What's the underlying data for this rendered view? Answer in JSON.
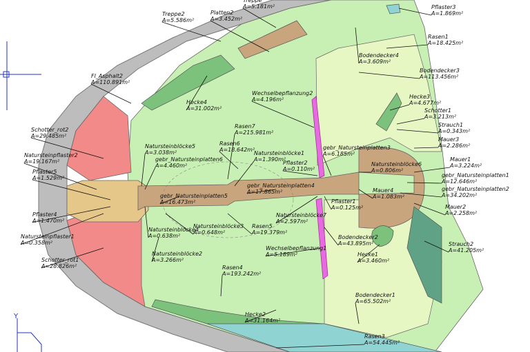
{
  "labels": [
    {
      "id": "treppe",
      "name": "Treppe",
      "area": "A=5.181m²"
    },
    {
      "id": "treppe2",
      "name": "Treppe2",
      "area": "A=5.586m²"
    },
    {
      "id": "platten2",
      "name": "Platten2",
      "area": "A=3.452m²"
    },
    {
      "id": "pflaster3",
      "name": "Pflaster3",
      "area": "A=1.869m²"
    },
    {
      "id": "rasen1",
      "name": "Rasen1",
      "area": "A=18.425m²"
    },
    {
      "id": "bodendecker4",
      "name": "Bodendecker4",
      "area": "A=3.609m²"
    },
    {
      "id": "bodendecker3",
      "name": "Bodendecker3",
      "area": "A=113.456m²"
    },
    {
      "id": "fl_asphalt2",
      "name": "Fl_Asphalt2",
      "area": "A=110.891m²"
    },
    {
      "id": "hecke4",
      "name": "Hecke4",
      "area": "A=31.002m²"
    },
    {
      "id": "wechselbepflanzung2",
      "name": "Wechselbepflanzung2",
      "area": "A=4.196m²"
    },
    {
      "id": "hecke3",
      "name": "Hecke3",
      "area": "A=4.677m²"
    },
    {
      "id": "schotter1",
      "name": "Schotter1",
      "area": "A=3.213m²"
    },
    {
      "id": "strauch1",
      "name": "Strauch1",
      "area": "A=0.343m²"
    },
    {
      "id": "mauer3",
      "name": "Mauer3",
      "area": "A=2.286m²"
    },
    {
      "id": "rasen7",
      "name": "Rasen7",
      "area": "A=215.981m²"
    },
    {
      "id": "rasen6",
      "name": "Rasen6",
      "area": "A=18.642m²"
    },
    {
      "id": "schotter_rot2",
      "name": "Schotter_rot2",
      "area": "A=29.485m²"
    },
    {
      "id": "natursteinblocke5",
      "name": "Natursteinblöcke5",
      "area": "A=3.038m²"
    },
    {
      "id": "gebr_natursteinplatten3",
      "name": "gebr_Natursteinplatten3",
      "area": "A=6.185m²"
    },
    {
      "id": "natursteinblocke1",
      "name": "Natursteinblöcke1",
      "area": "A=1.390m²"
    },
    {
      "id": "natursteinpflaster2",
      "name": "Natursteinpflaster2",
      "area": "A=19.167m²"
    },
    {
      "id": "gebr_natursteinplatten6",
      "name": "gebr_Natursteinplatten6",
      "area": "A=4.460m²"
    },
    {
      "id": "pflaster2",
      "name": "Pflaster2",
      "area": "A=0.110m²"
    },
    {
      "id": "natursteinblocke6",
      "name": "Natursteinblöcke6",
      "area": "A=0.806m²"
    },
    {
      "id": "mauer1",
      "name": "Mauer1",
      "area": "A=3.224m²"
    },
    {
      "id": "gebr_natursteinplatten1",
      "name": "gebr_Natursteinplatten1",
      "area": "A=12.646m²"
    },
    {
      "id": "gebr_natursteinplatten4",
      "name": "gebr_Natursteinplatten4",
      "area": "A=17.865m²"
    },
    {
      "id": "mauer4",
      "name": "Mauer4",
      "area": "A=1.083m²"
    },
    {
      "id": "gebr_natursteinplatten2",
      "name": "gebr_Natursteinplatten2",
      "area": "A=34.202m²"
    },
    {
      "id": "pflaster5",
      "name": "Pflaster5",
      "area": "A=1.529m²"
    },
    {
      "id": "gebr_natursteinplatten5",
      "name": "gebr_Natursteinplatten5",
      "area": "A=16.473m²"
    },
    {
      "id": "pflaster1",
      "name": "Pflaster1",
      "area": "A=0.125m²"
    },
    {
      "id": "mauer2",
      "name": "Mauer2",
      "area": "A=2.258m²"
    },
    {
      "id": "pflaster4",
      "name": "Pflaster4",
      "area": "A=1.470m²"
    },
    {
      "id": "natursteinblocke7",
      "name": "Natursteinblöcke7",
      "area": "A=2.597m²"
    },
    {
      "id": "natursteinblocke3",
      "name": "Natursteinblöcke3",
      "area": "A=0.648m²"
    },
    {
      "id": "natursteinpflaster1",
      "name": "Natursteinpflaster1",
      "area": "A=0.358m²"
    },
    {
      "id": "natursteinblocke4",
      "name": "Natursteinblöcke4",
      "area": "A=0.638m²"
    },
    {
      "id": "rasen5",
      "name": "Rasen5",
      "area": "A=19.379m²"
    },
    {
      "id": "bodendecker2",
      "name": "Bodendecker2",
      "area": "A=43.895m²"
    },
    {
      "id": "strauch2",
      "name": "Strauch2",
      "area": "A=41.205m²"
    },
    {
      "id": "schotter_rot1",
      "name": "Schotter_rot1",
      "area": "A=28.826m²"
    },
    {
      "id": "natursteinblocke2",
      "name": "Natursteinblöcke2",
      "area": "A=3.266m²"
    },
    {
      "id": "wechselbepflanzung1",
      "name": "Wechselbepflanzung1",
      "area": "A=5.189m²"
    },
    {
      "id": "hecke1",
      "name": "Hecke1",
      "area": "A=3.460m²"
    },
    {
      "id": "rasen4",
      "name": "Rasen4",
      "area": "A=193.242m²"
    },
    {
      "id": "bodendecker1",
      "name": "Bodendecker1",
      "area": "A=65.502m²"
    },
    {
      "id": "hecke2",
      "name": "Hecke2",
      "area": "A=31.164m²"
    },
    {
      "id": "rasen3",
      "name": "Rasen3",
      "area": "A=54.445m²"
    }
  ],
  "ucs": {
    "y_axis": "Y"
  },
  "colors": {
    "asphalt": "#bfbfbf",
    "lawn": "#c9f0b4",
    "groundcover": "#e6f7c4",
    "hedge": "#7cc27c",
    "gravel_red": "#f28a8a",
    "stone": "#c8a57d",
    "paving": "#e6c78a",
    "planting": "#e86ae0",
    "shrub": "#5fa285",
    "water": "#8fd3d3"
  }
}
